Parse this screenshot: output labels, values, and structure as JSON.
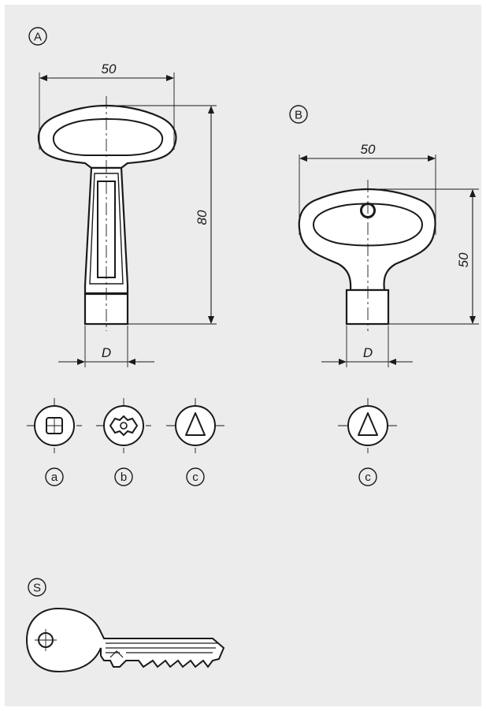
{
  "colors": {
    "background": "#ececec",
    "line": "#1a1a1a",
    "fill": "#ffffff"
  },
  "variant_a": {
    "label": "A",
    "width_dim": "50",
    "height_dim": "80",
    "d_dim": "D"
  },
  "variant_b": {
    "label": "B",
    "width_dim": "50",
    "height_dim": "50",
    "d_dim": "D"
  },
  "profiles": {
    "a": "a",
    "b": "b",
    "c1": "c",
    "c2": "c"
  },
  "variant_s": {
    "label": "S"
  }
}
